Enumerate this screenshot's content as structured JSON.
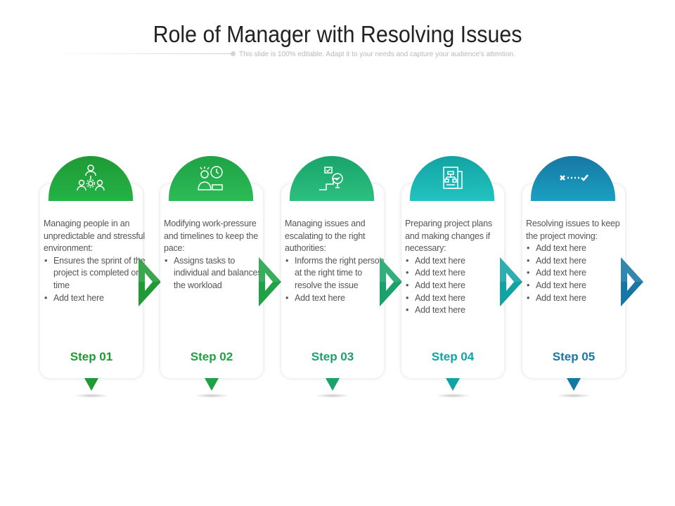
{
  "header": {
    "title": "Role of Manager with Resolving Issues",
    "subtitle": "This slide is 100% editable. Adapt it to your needs and capture your audience's attention."
  },
  "steps": [
    {
      "label": "Step 01",
      "intro": "Managing people in an unpredictable and stressful environment:",
      "bullets": [
        "Ensures the sprint of the project is completed on time",
        "Add text here"
      ],
      "icon": "people-network-icon",
      "color": "#1f9a35",
      "color_light": "#23b346"
    },
    {
      "label": "Step 02",
      "intro": "Modifying work-pressure and timelines to keep the pace:",
      "bullets": [
        "Assigns tasks to individual and balances the workload"
      ],
      "icon": "time-pressure-icon",
      "color": "#1ea245",
      "color_light": "#2dbb57"
    },
    {
      "label": "Step 03",
      "intro": "Managing issues and escalating to the right authorities:",
      "bullets": [
        "Informs the right person at the right time to resolve the issue",
        "Add text here"
      ],
      "icon": "escalation-icon",
      "color": "#19a36b",
      "color_light": "#2cc07f"
    },
    {
      "label": "Step 04",
      "intro": "Preparing project plans and making changes if necessary:",
      "bullets": [
        "Add text here",
        "Add text here",
        "Add text here",
        "Add text here",
        "Add text here"
      ],
      "icon": "project-plan-icon",
      "color": "#12a3a3",
      "color_light": "#22c3bf"
    },
    {
      "label": "Step 05",
      "intro": "Resolving issues to keep the project moving:",
      "bullets": [
        "Add text here",
        "Add text here",
        "Add text here",
        "Add text here",
        "Add text here"
      ],
      "icon": "resolve-path-icon",
      "color": "#1777a4",
      "color_light": "#1aa0c2"
    }
  ]
}
